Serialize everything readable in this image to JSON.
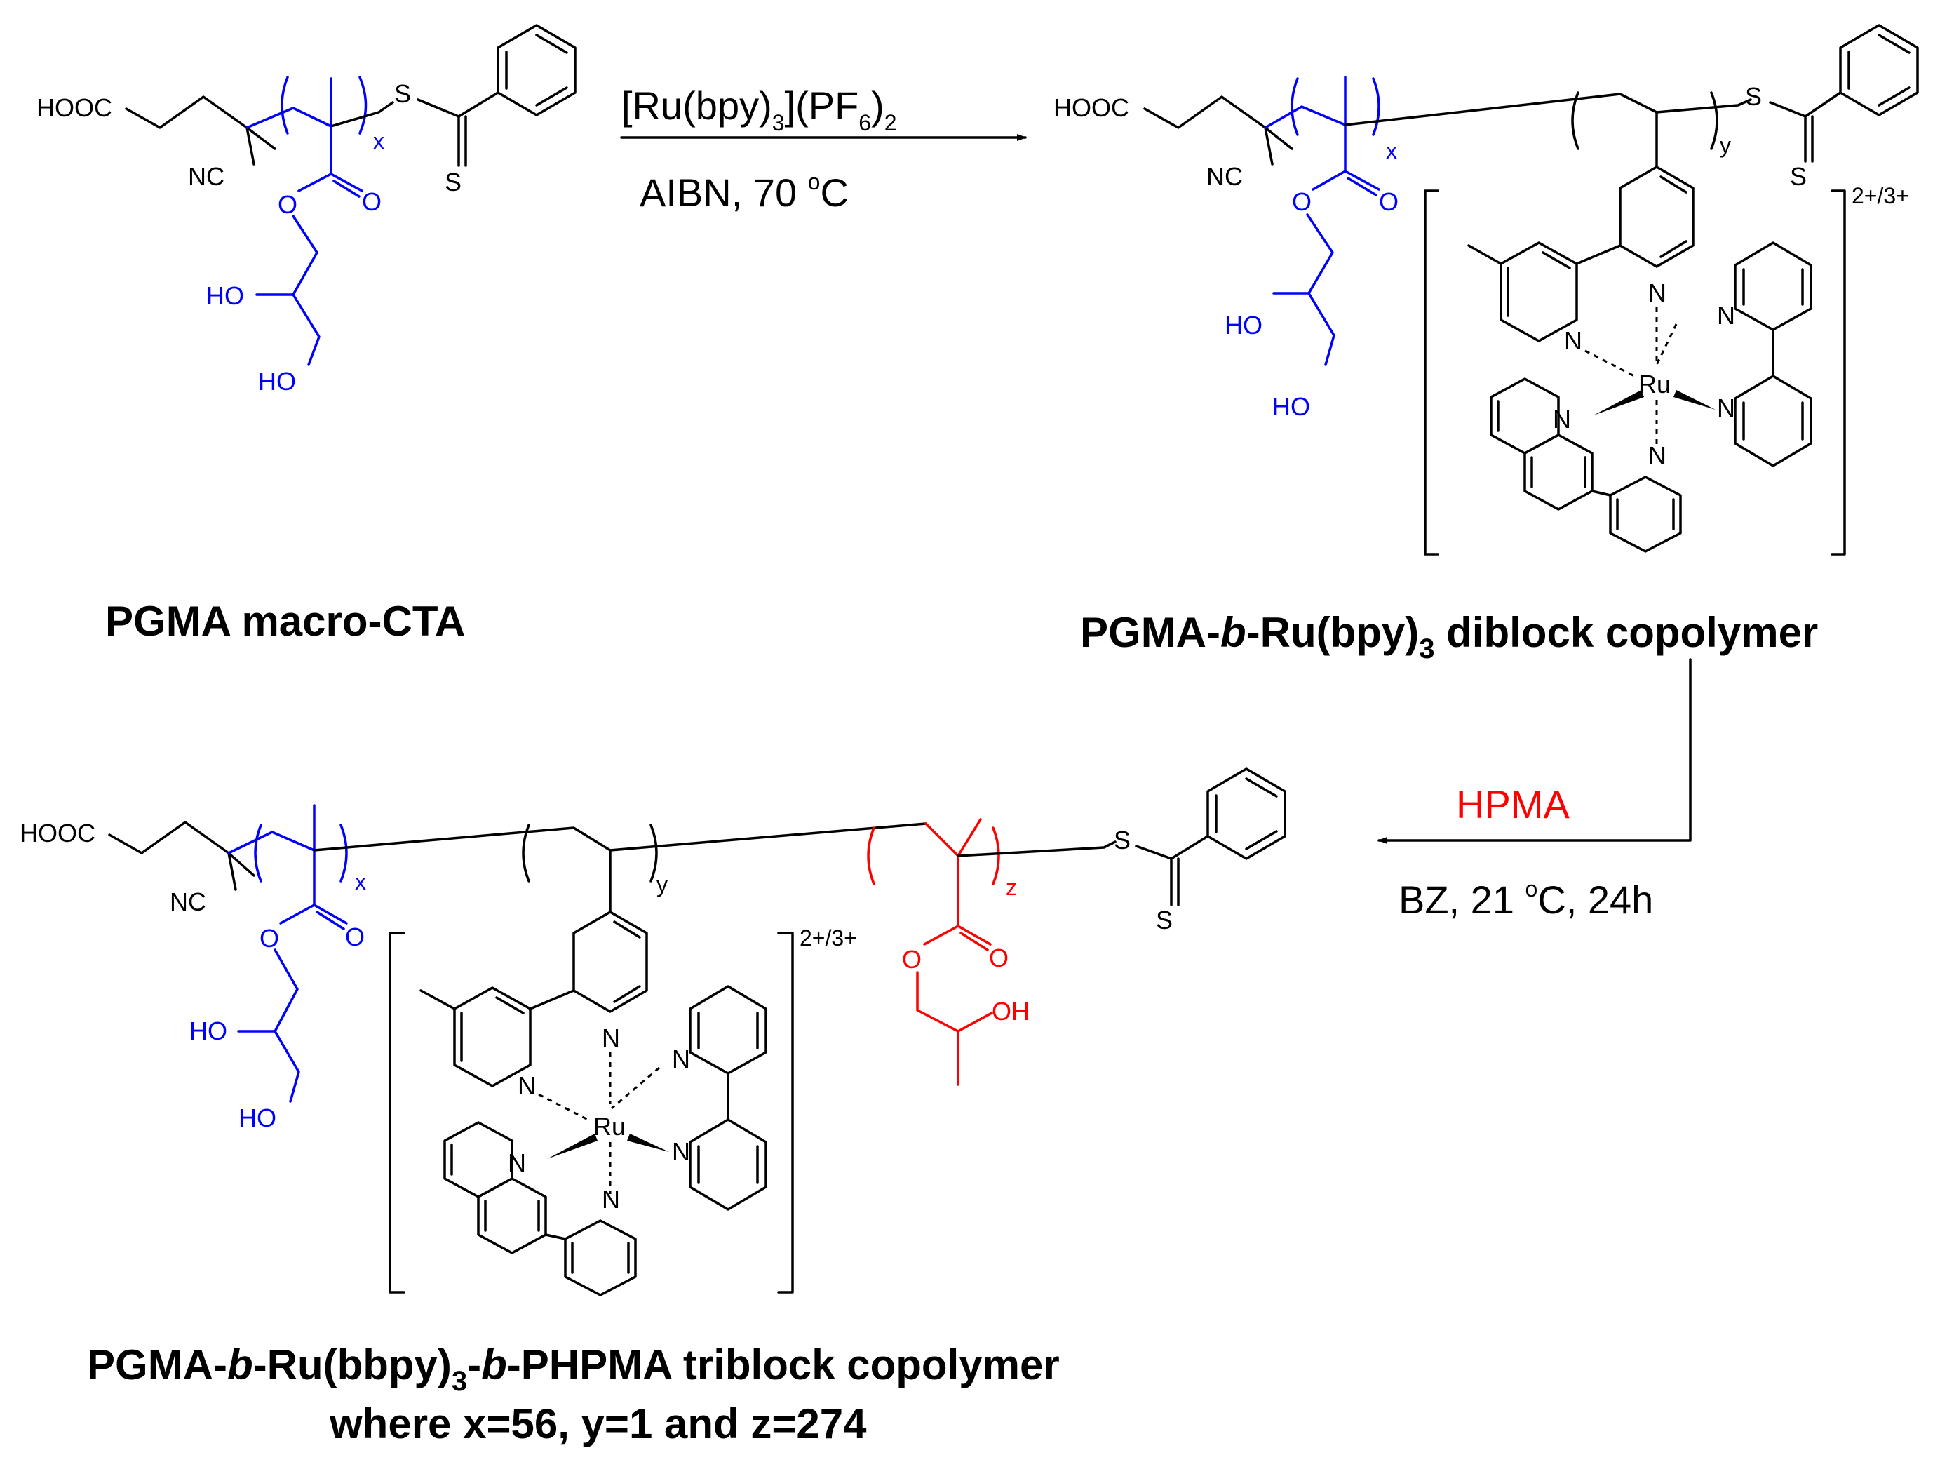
{
  "colors": {
    "ink": "#000000",
    "pgma": "#0000ff",
    "phpma": "#ff0000"
  },
  "atoms": {
    "hooc": "HOOC",
    "nc": "NC",
    "s": "S",
    "o": "O",
    "ho": "HO",
    "oh": "OH",
    "n": "N",
    "ru": "Ru",
    "x": "x",
    "y": "y",
    "z": "z",
    "charge": "2+/3+"
  },
  "step1": {
    "reagent": {
      "a": "[Ru(bpy)",
      "a_sub": "3",
      "b": "](PF",
      "b_sub": "6",
      "c": ")",
      "c_sub": "2"
    },
    "conditions": {
      "text": "AIBN, 70 ",
      "deg": "o",
      "unit": "C"
    }
  },
  "step2": {
    "reagent": "HPMA",
    "conditions": {
      "text": "BZ, 21 ",
      "deg": "o",
      "unit": "C, 24h"
    }
  },
  "labels": {
    "macro_cta": "PGMA macro-CTA",
    "diblock": {
      "pre": "PGMA-",
      "it": "b",
      "post": "-Ru(bpy)",
      "sub": "3",
      "end": " diblock copolymer"
    },
    "triblock": {
      "pre": "PGMA-",
      "it1": "b",
      "mid": "-Ru(bbpy)",
      "sub": "3",
      "dash": "-",
      "it2": "b",
      "end": "-PHPMA triblock copolymer"
    },
    "where": "where x=56, y=1 and z=274"
  }
}
